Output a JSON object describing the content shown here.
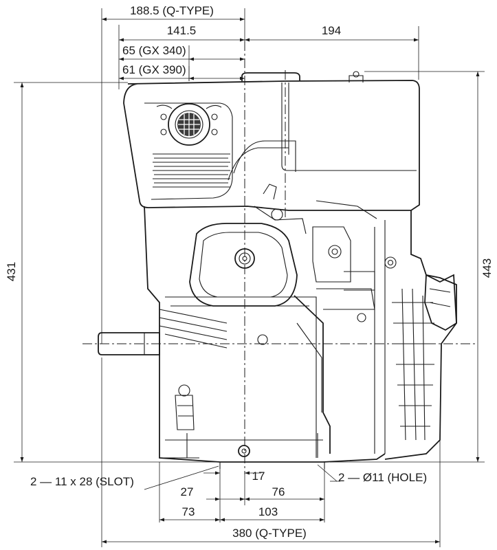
{
  "dimensions": {
    "top_q_type": "188.5 (Q-TYPE)",
    "top_141": "141.5",
    "top_194": "194",
    "gx340": "65 (GX 340)",
    "gx390": "61 (GX 390)",
    "height_left": "431",
    "height_right": "443",
    "slot_callout": "2 — 11 x 28 (SLOT)",
    "hole_callout": "2 — Ø11 (HOLE)",
    "bottom_17": "17",
    "bottom_27": "27",
    "bottom_76": "76",
    "bottom_73": "73",
    "bottom_103": "103",
    "bottom_q_type": "380 (Q-TYPE)"
  }
}
